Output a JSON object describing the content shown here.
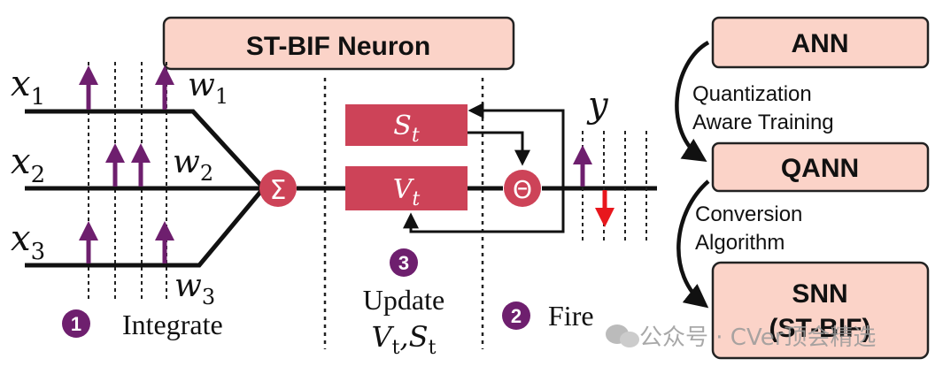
{
  "title": "ST-BIF Neuron",
  "inputs": [
    {
      "sym": "x",
      "sub": "1"
    },
    {
      "sym": "x",
      "sub": "2"
    },
    {
      "sym": "x",
      "sub": "3"
    }
  ],
  "weights": [
    {
      "sym": "w",
      "sub": "1"
    },
    {
      "sym": "w",
      "sub": "2"
    },
    {
      "sym": "w",
      "sub": "3"
    }
  ],
  "sum_symbol": "Σ",
  "state_s": {
    "sym": "S",
    "sub": "t"
  },
  "state_v": {
    "sym": "V",
    "sub": "t"
  },
  "threshold_symbol": "Θ",
  "output": {
    "sym": "y"
  },
  "steps": {
    "integrate": {
      "num": "1",
      "label": "Integrate"
    },
    "update": {
      "num": "3",
      "label": "Update",
      "vars": "V",
      "vars_sub1": "t",
      "vars_sep": ",S",
      "vars_sub2": "t"
    },
    "fire": {
      "num": "2",
      "label": "Fire"
    }
  },
  "pipeline": {
    "ann": "ANN",
    "edge1": [
      "Quantization",
      "Aware Training"
    ],
    "qann": "QANN",
    "edge2": [
      "Conversion",
      "Algorithm"
    ],
    "snn": [
      "SNN",
      "(ST-BIF)"
    ]
  },
  "watermark": "公众号 · CVer顶会精选",
  "colors": {
    "spike_up": "#6e1f6e",
    "spike_down": "#e8171d",
    "neuron_red": "#cd4358",
    "box_fill": "#fbd3c8",
    "box_stroke": "#222222"
  }
}
